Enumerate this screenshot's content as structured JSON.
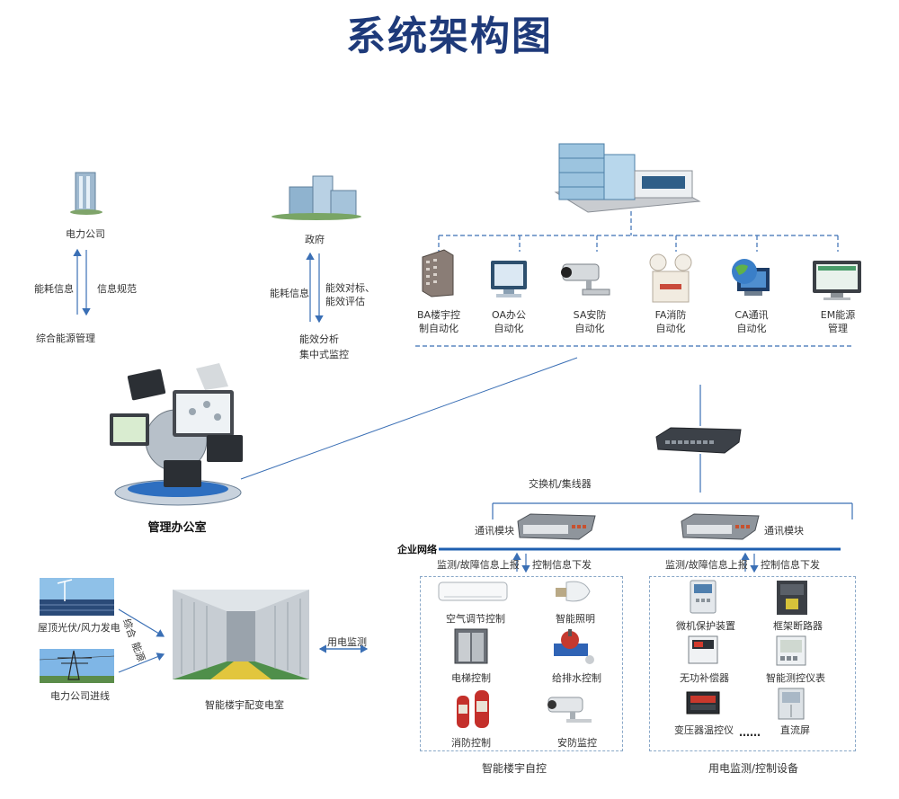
{
  "title": "系统架构图",
  "left": {
    "power_company": "电力公司",
    "energy_info": "能耗信息",
    "info_norms": "信息规范",
    "integrated_mgmt": "综合能源管理"
  },
  "gov": {
    "label": "政府",
    "energy_info": "能耗信息",
    "benchmark_line1": "能效对标、",
    "benchmark_line2": "能效评估",
    "analysis_line1": "能效分析",
    "analysis_line2": "集中式监控"
  },
  "subsystems": [
    {
      "line1": "BA楼宇控",
      "line2": "制自动化",
      "icon": "building-icon"
    },
    {
      "line1": "OA办公",
      "line2": "自动化",
      "icon": "monitor-icon"
    },
    {
      "line1": "SA安防",
      "line2": "自动化",
      "icon": "camera-icon"
    },
    {
      "line1": "FA消防",
      "line2": "自动化",
      "icon": "emergency-light-icon"
    },
    {
      "line1": "CA通讯",
      "line2": "自动化",
      "icon": "globe-icon"
    },
    {
      "line1": "EM能源",
      "line2": "管理",
      "icon": "screen-icon"
    }
  ],
  "office": "管理办公室",
  "switch": "交换机/集线器",
  "comm_module": "通讯模块",
  "enterprise_network": "企业网络",
  "uplink": "监测/故障信息上报",
  "downlink": "控制信息下发",
  "power_sources": {
    "rooftop": "屋顶光伏/风力发电",
    "grid": "电力公司进线",
    "comprehensive_line1": "综合",
    "comprehensive_line2": "能源"
  },
  "substation": "智能楼宇配变电室",
  "power_monitor": "用电监测",
  "building_box": {
    "caption": "智能楼宇自控",
    "items": [
      "空气调节控制",
      "智能照明",
      "电梯控制",
      "给排水控制",
      "消防控制",
      "安防监控"
    ]
  },
  "device_box": {
    "caption": "用电监测/控制设备",
    "items": [
      "微机保护装置",
      "框架断路器",
      "无功补偿器",
      "智能测控仪表",
      "变压器温控仪",
      "直流屏"
    ],
    "ellipsis": "……"
  }
}
